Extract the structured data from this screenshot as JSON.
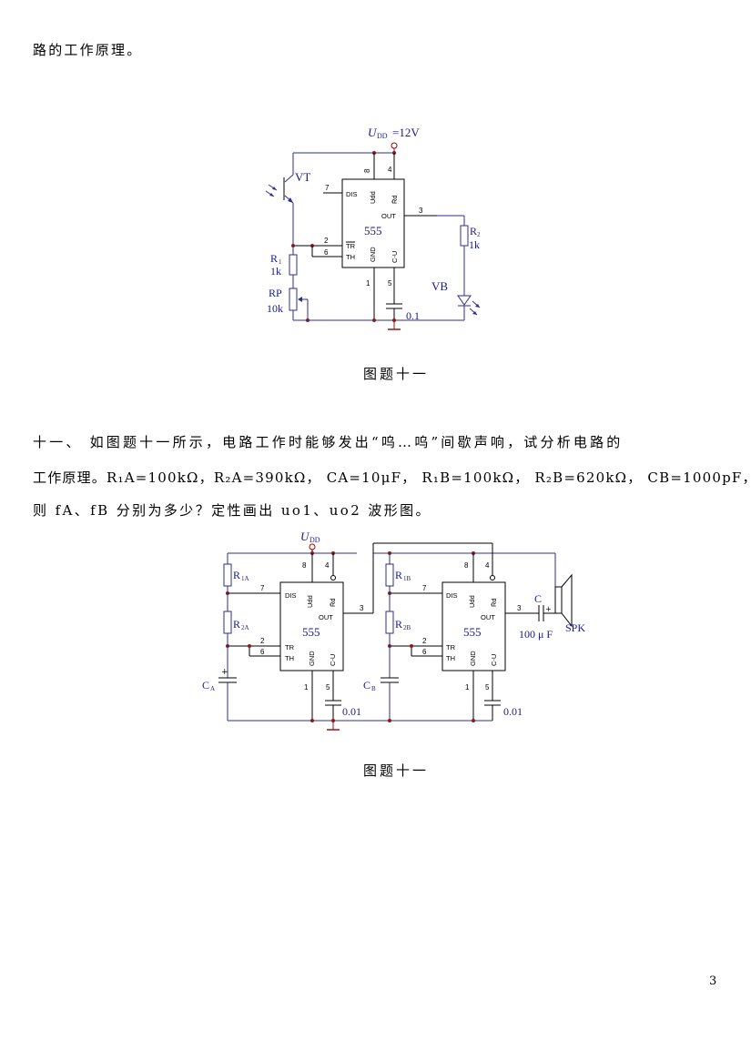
{
  "page": {
    "line1": "路的工作原理。",
    "caption1": "图题十一",
    "caption2": "图题十一",
    "problem": {
      "line1": "十一、 如图题十一所示，电路工作时能够发出“呜…呜”间歇声响，试分析电路的",
      "line2": "工作原理。R₁A=100kΩ，R₂A=390kΩ， CA=10μF， R₁B=100kΩ， R₂B=620kΩ， CB=1000pF，",
      "line3": "则 fA、fB 分别为多少？定性画出 uo1、uo2 波形图。"
    },
    "page_number": "3"
  },
  "circuit1": {
    "supply": "=12V",
    "supply_symbol": "U",
    "supply_sub": "DD",
    "transistor": "VT",
    "r1": "R",
    "r1_sub": "1",
    "r1_value": "1k",
    "rp": "RP",
    "rp_value": "10k",
    "r2": "R",
    "r2_sub": "2",
    "r2_value": "1k",
    "led": "VB",
    "cap": "0.1",
    "chip": "555"
  },
  "circuit2": {
    "supply": "U",
    "supply_sub": "DD",
    "r1a": "R",
    "r1a_sub": "1A",
    "r2a": "R",
    "r2a_sub": "2A",
    "ca": "C",
    "ca_sub": "A",
    "cap_a": "0.01",
    "r1b": "R",
    "r1b_sub": "1B",
    "r2b": "R",
    "r2b_sub": "2B",
    "cb": "C",
    "cb_sub": "B",
    "cap_b": "0.01",
    "c": "C",
    "c_value": "100 μ F",
    "spk": "SPK",
    "chip_a": "555",
    "chip_b": "555"
  },
  "chip_pins": {
    "dis": "DIS",
    "udd": "Udd",
    "rd": "R̄d",
    "out": "OUT",
    "tr": "TR",
    "th": "TH",
    "gnd": "GND",
    "cu": "C-U",
    "p8": "8",
    "p4": "4",
    "p7": "7",
    "p3": "3",
    "p2": "2",
    "p6": "6",
    "p1": "1",
    "p5": "5"
  }
}
